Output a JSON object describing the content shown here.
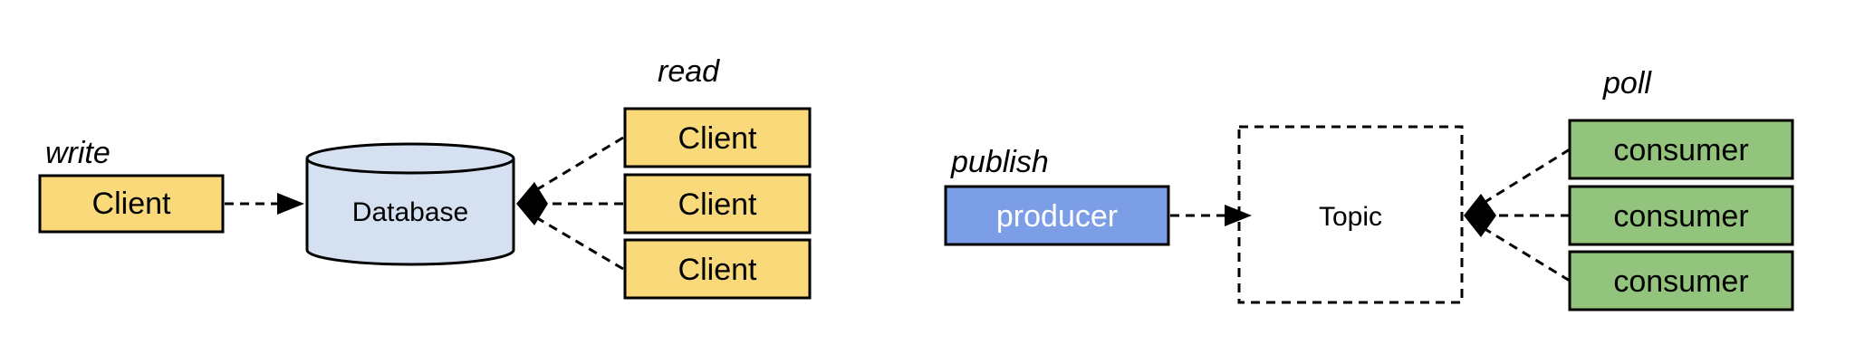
{
  "left_diagram": {
    "write_label": "write",
    "writer_client": "Client",
    "database": "Database",
    "read_label": "read",
    "reader_clients": [
      "Client",
      "Client",
      "Client"
    ]
  },
  "right_diagram": {
    "publish_label": "publish",
    "producer": "producer",
    "topic": "Topic",
    "poll_label": "poll",
    "consumers": [
      "consumer",
      "consumer",
      "consumer"
    ]
  },
  "colors": {
    "client_fill": "#F9D97A",
    "database_fill": "#D5E1F0",
    "producer_fill": "#7C9EE6",
    "consumer_fill": "#93C47D",
    "stroke": "#000000",
    "producer_text": "#FFFFFF"
  }
}
